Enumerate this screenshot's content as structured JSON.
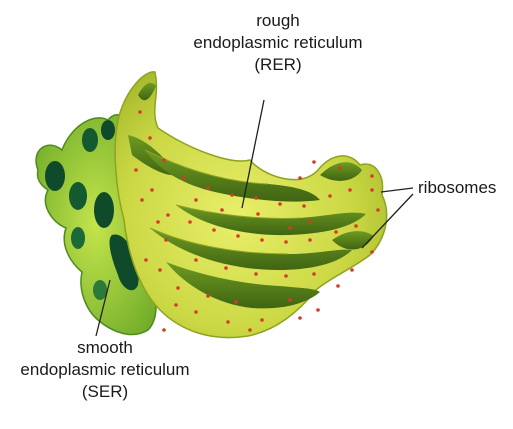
{
  "labels": {
    "rer": [
      "rough",
      "endoplasmic reticulum",
      "(RER)"
    ],
    "ser": [
      "smooth",
      "endoplasmic reticulum",
      "(SER)"
    ],
    "ribosomes": "ribosomes"
  },
  "colors": {
    "rer_body_light": "#dfe85a",
    "rer_body_mid": "#b6c92e",
    "rer_lumen": "#5f8a1c",
    "rer_lumen_dark": "#3f6512",
    "ribosome": "#d83a2a",
    "ser_light": "#a8d63a",
    "ser_dark": "#0f4a2a",
    "leader_line": "#222222"
  }
}
